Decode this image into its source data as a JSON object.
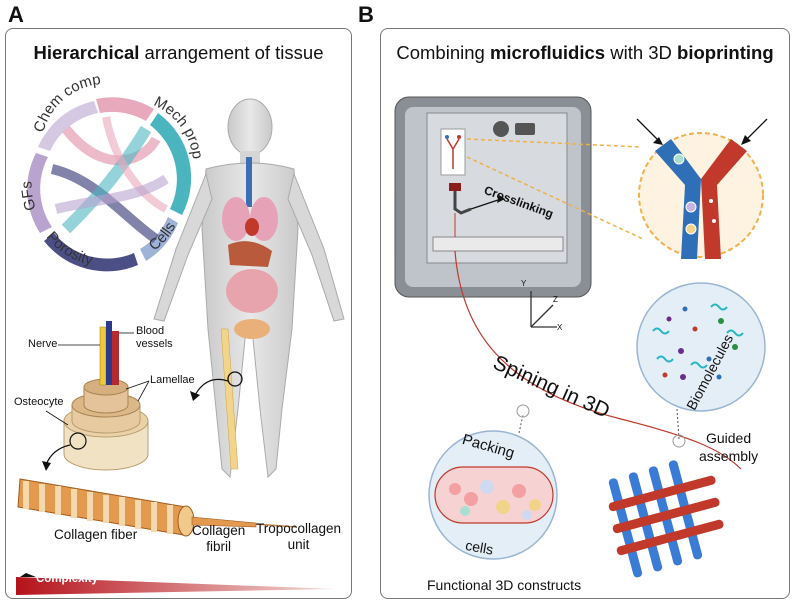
{
  "panel_a": {
    "letter": "A",
    "title_bold": "Hierarchical",
    "title_rest": " arrangement of tissue",
    "wheel": {
      "chem_comp": "Chem comp",
      "mech_prop": "Mech prop",
      "cells": "Cells",
      "porosity": "Porosity",
      "gfs": "GFs"
    },
    "labels": {
      "nerve": "Nerve",
      "blood_vessels": "Blood\nvessels",
      "lamellae": "Lamellae",
      "osteocyte": "Osteocyte",
      "collagen_fiber": "Collagen fiber",
      "collagen_fibril": "Collagen\nfibril",
      "tropocollagen": "Tropocollagen\nunit",
      "complexity": "Complexity"
    },
    "colors": {
      "chem": "#e9a9bd",
      "mech": "#4bb5bf",
      "cells": "#9fb3d9",
      "porosity": "#4c4f86",
      "gfs": "#b9a3cf",
      "complexity": "#b5121b"
    }
  },
  "panel_b": {
    "letter": "B",
    "title_1": "Combining ",
    "title_b1": "microfluidics",
    "title_2": " with 3D ",
    "title_b2": "bioprinting",
    "labels": {
      "crosslinking": "Crosslinking",
      "axis_y": "Y",
      "axis_z": "Z",
      "axis_x": "X",
      "spining": "Spining in 3D",
      "biomolecules": "Biomolecules",
      "guided": "Guided\nassembly",
      "packing": "Packing",
      "cells": "cells",
      "functional": "Functional 3D constructs"
    }
  }
}
